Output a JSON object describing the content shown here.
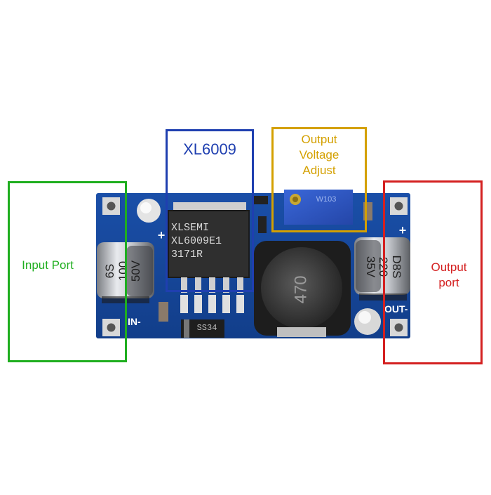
{
  "annotations": {
    "chip": {
      "label": "XL6009",
      "color": "#1f3fb0"
    },
    "adjust": {
      "line1": "Output",
      "line2": "Voltage",
      "line3": "Adjust",
      "color": "#d4a000"
    },
    "input": {
      "label": "Input Port",
      "color": "#1fae1f"
    },
    "output": {
      "line1": "Output",
      "line2": "port",
      "color": "#d42020"
    }
  },
  "board": {
    "chip_marking": {
      "line1": "XLSEMI",
      "line2": "XL6009E1",
      "line3": "3171R"
    },
    "input_cap": {
      "line1": "6S",
      "line2": "100",
      "line3": "50V"
    },
    "output_cap": {
      "line1": "D8S",
      "line2": "220",
      "line3": "35V"
    },
    "inductor": "470",
    "diode": "SS34",
    "pot_marking": "W103",
    "in_minus": "IN-",
    "out_minus": "OUT-",
    "plus_left": "+",
    "plus_right": "+"
  }
}
